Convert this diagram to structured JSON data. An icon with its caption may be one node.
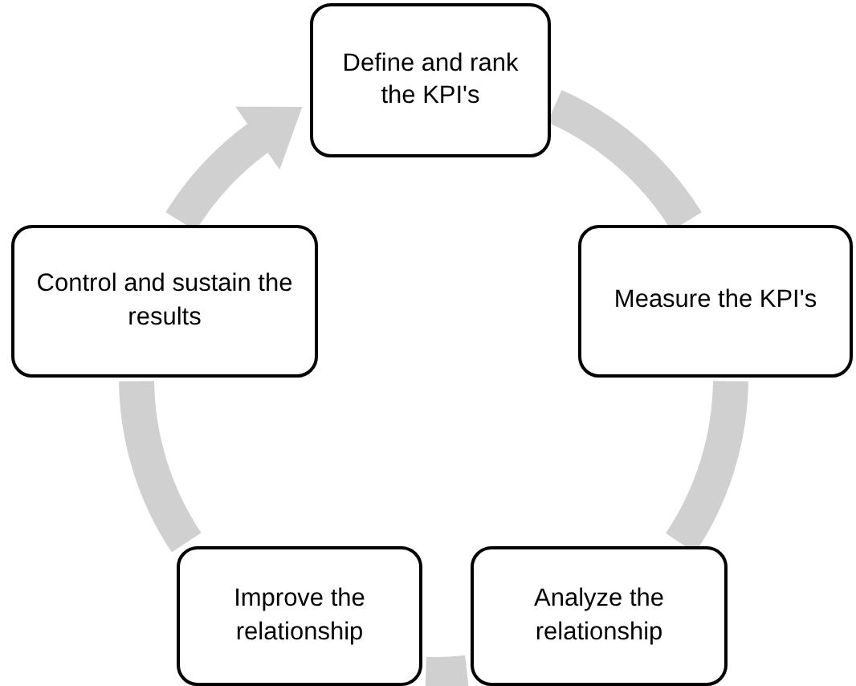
{
  "diagram": {
    "nodes": [
      {
        "text": [
          "Define and rank the KPI's"
        ]
      },
      {
        "text": [
          "Measure the KPI's"
        ]
      },
      {
        "text": [
          "Analyze the relationship"
        ]
      },
      {
        "text": [
          "Improve the relationship"
        ]
      },
      {
        "text": [
          "Control and sustain the results"
        ]
      }
    ],
    "edges": [
      {
        "from": 0,
        "to": 1,
        "arrow": "none"
      },
      {
        "from": 1,
        "to": 2,
        "arrow": "none"
      },
      {
        "from": 2,
        "to": 3,
        "arrow": "none"
      },
      {
        "from": 3,
        "to": 4,
        "arrow": "none"
      },
      {
        "from": 4,
        "to": 0,
        "arrow": "to"
      }
    ]
  }
}
